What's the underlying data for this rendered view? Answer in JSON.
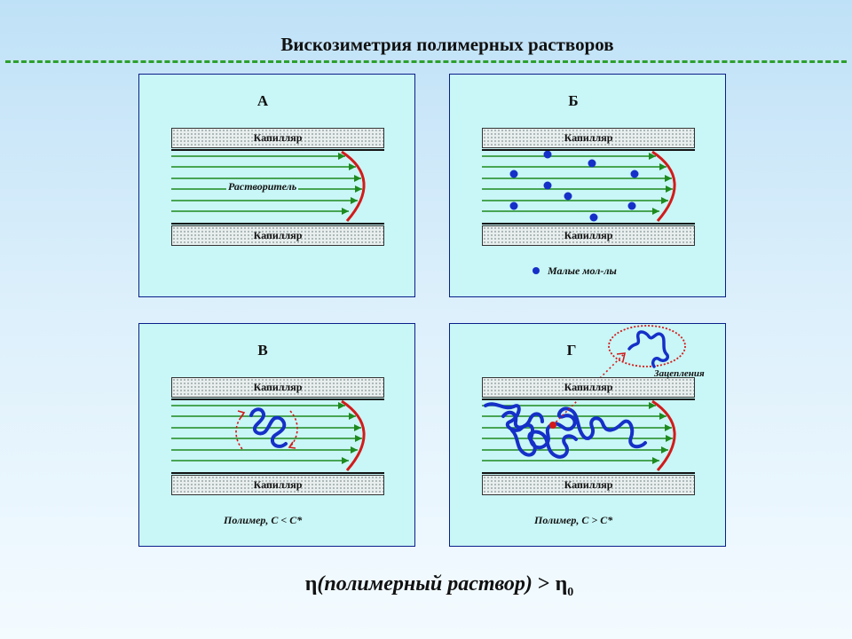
{
  "title": "Вискозиметрия полимерных растворов",
  "panels": {
    "a": {
      "letter": "А",
      "cap_top": "Капилляр",
      "cap_bottom": "Капилляр",
      "solvent": "Растворитель"
    },
    "b": {
      "letter": "Б",
      "cap_top": "Капилляр",
      "cap_bottom": "Капилляр",
      "legend": "Малые мол-лы"
    },
    "v": {
      "letter": "В",
      "cap_top": "Капилляр",
      "cap_bottom": "Капилляр",
      "note": "Полимер, C < C*"
    },
    "g": {
      "letter": "Г",
      "cap_top": "Капилляр",
      "cap_bottom": "Капилляр",
      "note": "Полимер, C > C*",
      "callout": "Зацепления"
    }
  },
  "formula": {
    "eta": "η",
    "text": "(полимерный раствор)",
    "op": " > ",
    "eta0": "η",
    "sub": "0"
  },
  "colors": {
    "flow": "#1e8a1e",
    "profile": "#d41a1a",
    "molecule": "#1530c8",
    "panel_bg": "#c9f6f6",
    "panel_border": "#0a1f8a",
    "rule": "#2ca02c"
  }
}
